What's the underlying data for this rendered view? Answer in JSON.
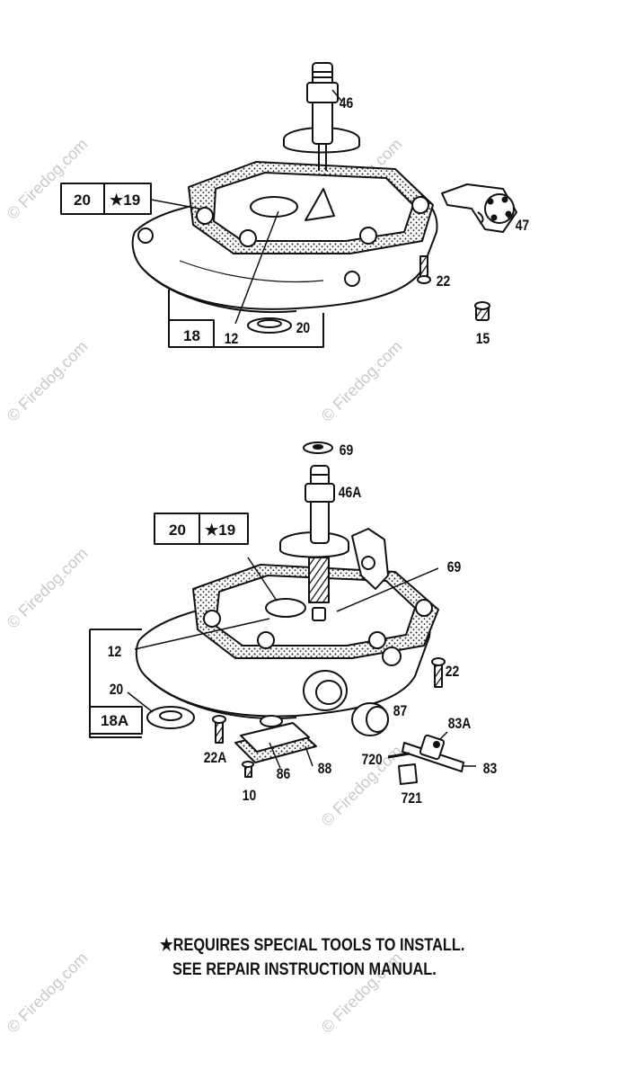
{
  "watermark": "© Firedog.com",
  "upper_assembly": {
    "boxed_labels": [
      "20",
      "★19",
      "18"
    ],
    "part_labels": [
      "46",
      "47",
      "22",
      "12",
      "20",
      "15"
    ]
  },
  "lower_assembly": {
    "boxed_labels": [
      "20",
      "★19",
      "18A"
    ],
    "part_labels": [
      "69",
      "46A",
      "69",
      "12",
      "20",
      "22",
      "87",
      "83A",
      "720",
      "83",
      "721",
      "22A",
      "86",
      "88",
      "10"
    ]
  },
  "note": {
    "line1": "★REQUIRES SPECIAL TOOLS TO INSTALL.",
    "line2": "SEE REPAIR INSTRUCTION MANUAL."
  }
}
